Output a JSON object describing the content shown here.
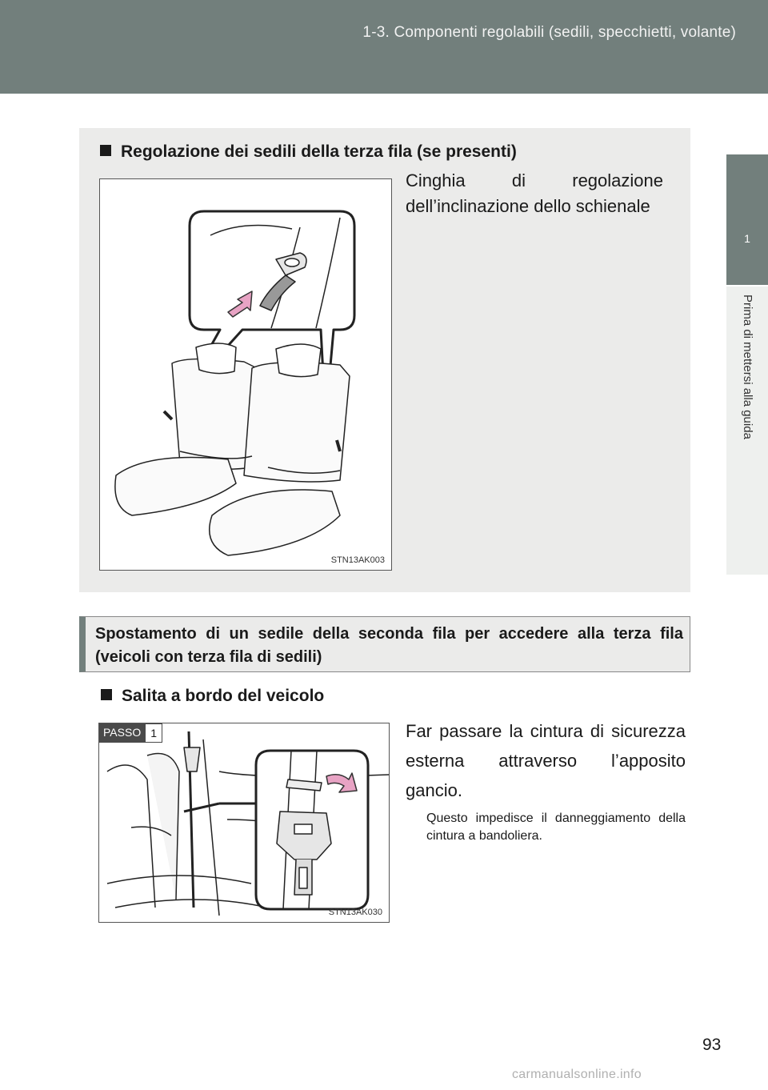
{
  "header": {
    "title": "1-3. Componenti regolabili (sedili, specchietti, volante)"
  },
  "side_tab": {
    "number": "1",
    "label": "Prima di mettersi alla guida"
  },
  "section1": {
    "heading": "Regolazione dei sedili della terza fila (se presenti)",
    "figure_code": "STN13AK003",
    "description": "Cinghia di regolazione dell’inclinazione dello schienale"
  },
  "section2": {
    "title": "Spostamento di un sedile della seconda fila per accedere alla terza fila (veicoli con terza fila di sedili)",
    "sub_heading": "Salita a bordo del veicolo",
    "step_label": "PASSO",
    "step_number": "1",
    "figure_code": "STN13AK030",
    "description": "Far passare la cintura di sicurezza esterna attraverso l’apposito gancio.",
    "note": "Questo impedisce il danneggiamento della cintura a bandoliera."
  },
  "page_number": "93",
  "watermark": "carmanualsonline.info",
  "colors": {
    "header": "#727f7c",
    "section_bg": "#ebebea",
    "arrow": "#e8a3c4"
  },
  "icons": {
    "bullet": "square-bullet-icon"
  }
}
